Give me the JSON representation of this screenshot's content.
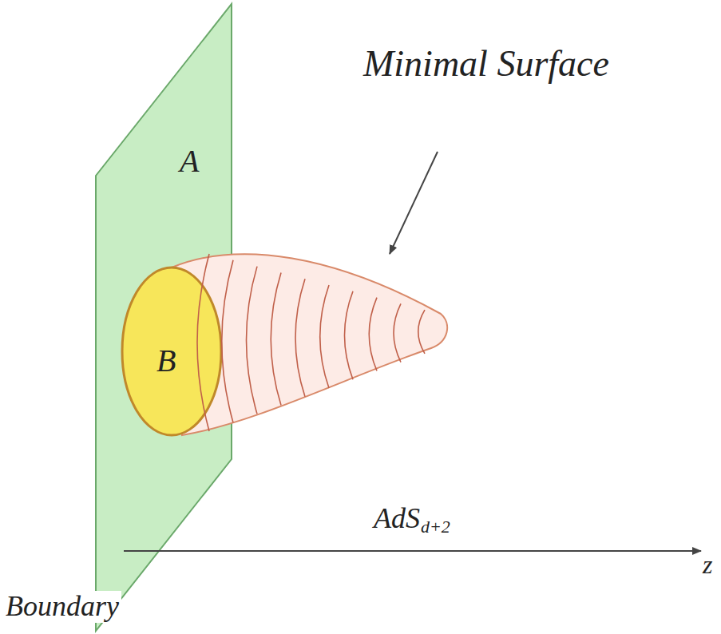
{
  "diagram": {
    "labels": [
      "A",
      "B",
      "Minimal Surface",
      "AdS",
      "d+2",
      "z",
      "Boundary"
    ]
  }
}
